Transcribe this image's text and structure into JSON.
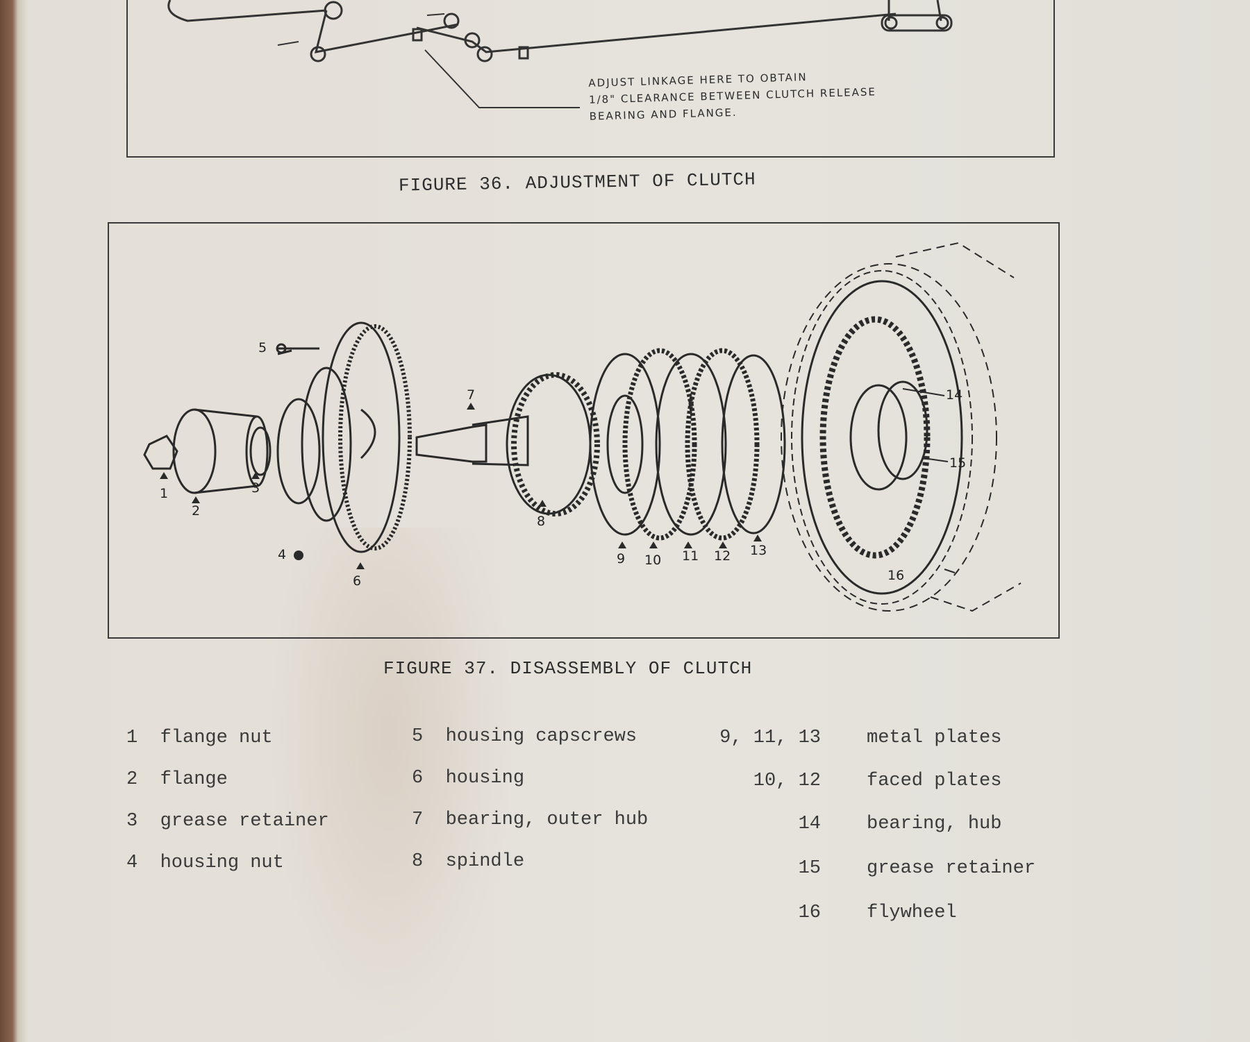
{
  "figure36": {
    "note_lines": [
      "ADJUST LINKAGE HERE TO OBTAIN",
      "1/8\" CLEARANCE BETWEEN CLUTCH RELEASE",
      "BEARING AND FLANGE."
    ],
    "caption": "FIGURE 36.  ADJUSTMENT OF CLUTCH"
  },
  "figure37": {
    "callouts": [
      "1",
      "2",
      "3",
      "4",
      "5",
      "6",
      "7",
      "8",
      "9",
      "10",
      "11",
      "12",
      "13",
      "14",
      "15",
      "16"
    ],
    "caption": "FIGURE 37.  DISASSEMBLY OF CLUTCH"
  },
  "legend": {
    "col1": [
      {
        "num": "1",
        "label": "flange nut"
      },
      {
        "num": "2",
        "label": "flange"
      },
      {
        "num": "3",
        "label": "grease retainer"
      },
      {
        "num": "4",
        "label": "housing nut"
      }
    ],
    "col2": [
      {
        "num": "5",
        "label": "housing capscrews"
      },
      {
        "num": "6",
        "label": "housing"
      },
      {
        "num": "7",
        "label": "bearing, outer hub"
      },
      {
        "num": "8",
        "label": "spindle"
      }
    ],
    "col3": [
      {
        "num": "9, 11, 13",
        "label": "metal plates"
      },
      {
        "num": "10, 12",
        "label": "faced plates"
      },
      {
        "num": "14",
        "label": "bearing, hub"
      },
      {
        "num": "15",
        "label": "grease retainer"
      },
      {
        "num": "16",
        "label": "flywheel"
      }
    ]
  }
}
